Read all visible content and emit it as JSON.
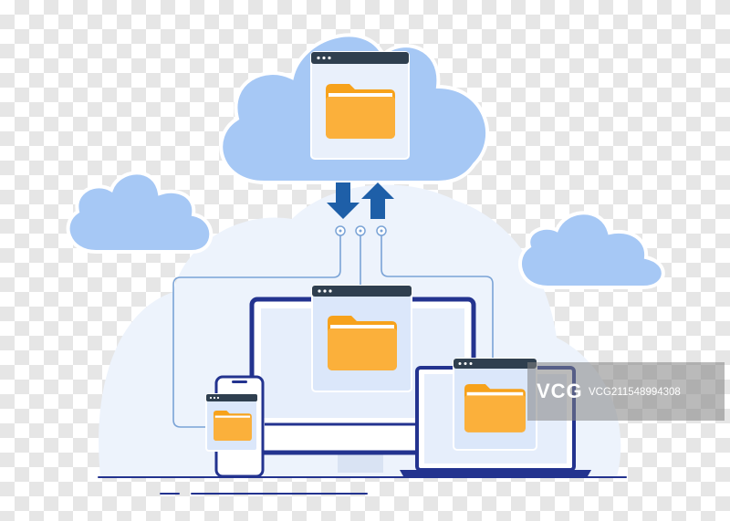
{
  "illustration": {
    "subject": "cloud file sync",
    "icons": [
      "cloud-icon",
      "folder-icon",
      "download-arrow-icon",
      "upload-arrow-icon",
      "monitor-icon",
      "laptop-icon",
      "phone-icon",
      "browser-window-icon"
    ]
  },
  "colors": {
    "cloud_fill": "#a6c8f5",
    "cloud_bg": "#edf3fc",
    "device_frame": "#23338f",
    "arrow": "#1e5fa8",
    "folder": "#fbb03b",
    "window_header": "#2f3f4f",
    "connector_line": "#7aa3d6"
  },
  "watermark": {
    "logo": "VCG",
    "id": "VCG211548994308"
  }
}
